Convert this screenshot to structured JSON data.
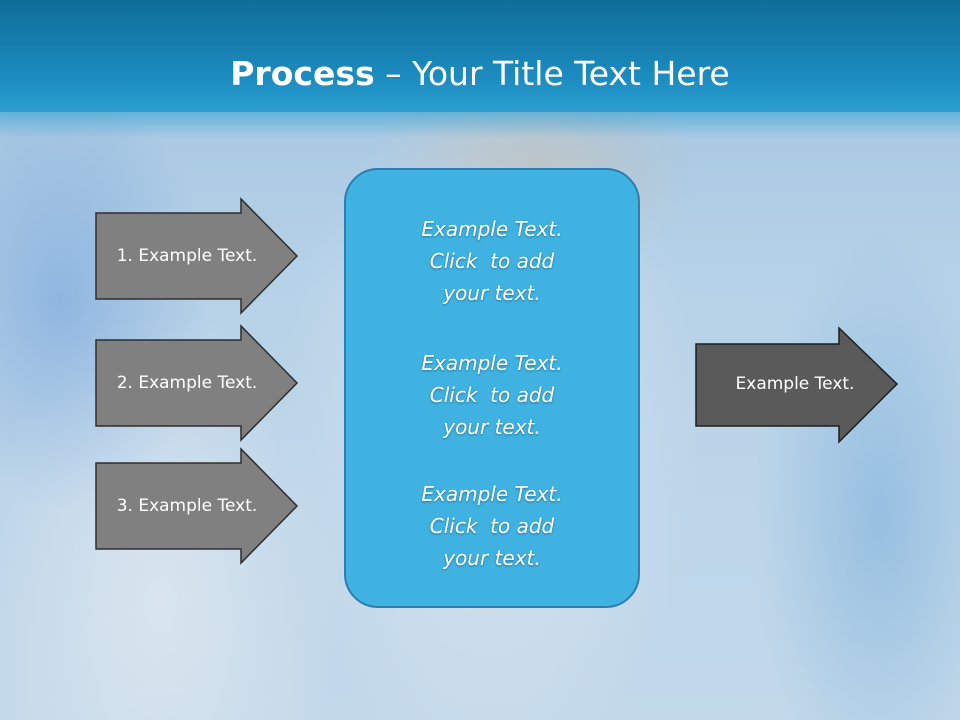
{
  "header": {
    "title_bold": "Process",
    "title_rest": " – Your Title Text Here"
  },
  "left_arrows": [
    {
      "label": "1. Example Text."
    },
    {
      "label": "2. Example Text."
    },
    {
      "label": "3. Example Text."
    }
  ],
  "center_box": {
    "paragraphs": [
      {
        "lines": [
          "Example Text.",
          "Click  to add",
          "your text."
        ]
      },
      {
        "lines": [
          "Example Text.",
          "Click  to add",
          "your text."
        ]
      },
      {
        "lines": [
          "Example Text.",
          "Click  to add",
          "your text."
        ]
      }
    ]
  },
  "right_arrow": {
    "label": "Example Text."
  },
  "colors": {
    "header": "#1c8cc0",
    "left_arrow_fill": "#808080",
    "right_arrow_fill": "#5a5a5a",
    "center_box_fill": "#3fb2e2",
    "center_box_border": "#2a7fb0"
  }
}
